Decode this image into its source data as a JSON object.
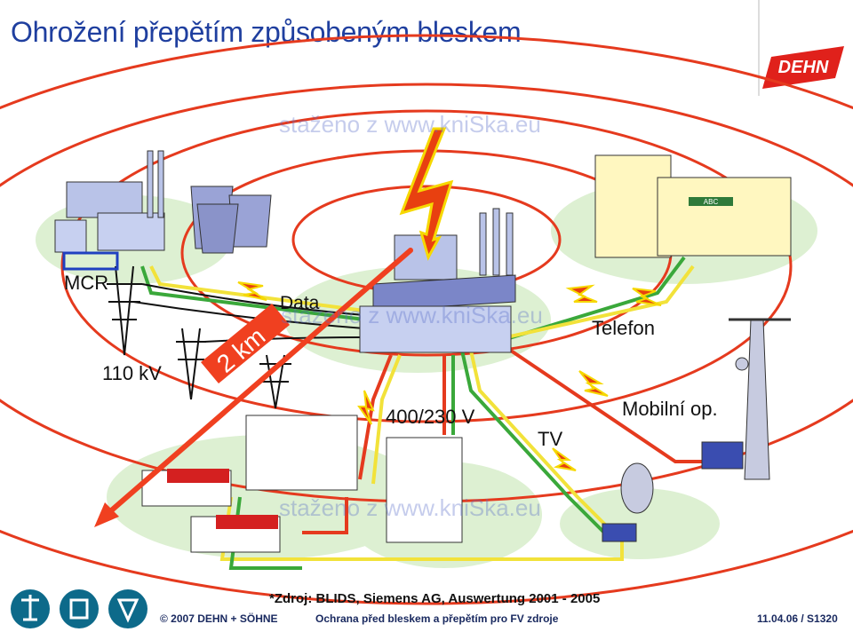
{
  "title": "Ohrožení přepětím způsobeným bleskem",
  "logo_text": "DEHN",
  "watermarks": [
    "staženo z www.kniSka.eu",
    "staženo z www.kniSka.eu",
    "staženo z www.kniSka.eu"
  ],
  "labels": {
    "mcr": "MCR",
    "data": "Data",
    "telefon": "Telefon",
    "kv110": "110 kV",
    "distance": "2 km",
    "power": "400/230 V",
    "tv": "TV",
    "mobile": "Mobilní op."
  },
  "shop_sign": "ABC",
  "source_note": "*Zdroj: BLIDS, Siemens AG, Auswertung 2001 - 2005",
  "footer": {
    "copyright": "© 2007 DEHN + SÖHNE",
    "subject": "Ochrana před bleskem a přepětím pro FV zdroje",
    "page": "11.04.06 / S1320"
  },
  "colors": {
    "title": "#1f3f9f",
    "rings": "#e53a1e",
    "cable_red": "#e53a1e",
    "cable_yellow": "#f2e23a",
    "cable_green": "#3aa83a",
    "arrow": "#f04020",
    "ground": "#ddf0d2",
    "brand": "#e0211b"
  },
  "icons": [
    "lightning-bolt-icon",
    "accessibility-icon",
    "recycling-icon",
    "solar-icon"
  ]
}
